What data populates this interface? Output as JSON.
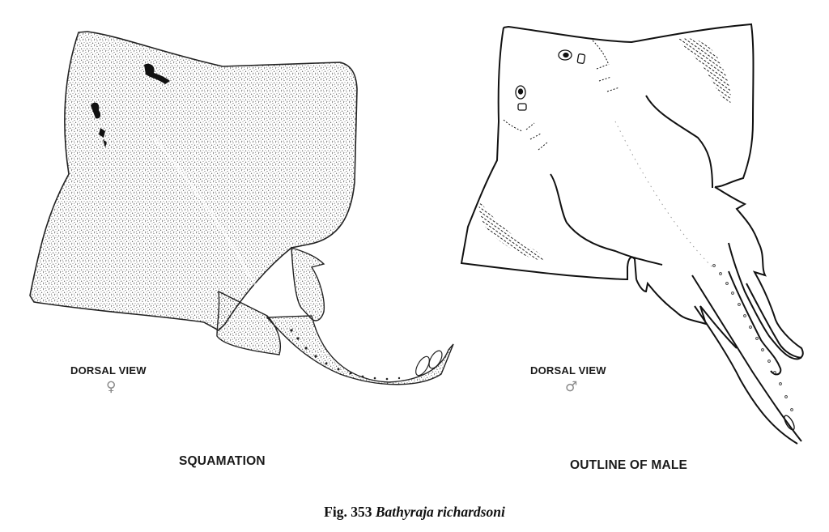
{
  "figure": {
    "number_label": "Fig. 353",
    "species_name": "Bathyraja richardsoni",
    "panels": [
      {
        "id": "left",
        "view_label": "DORSAL VIEW",
        "sex_symbol": "♀",
        "sex": "female",
        "title": "SQUAMATION",
        "illustration": "stippled skate drawing showing dermal denticle coverage"
      },
      {
        "id": "right",
        "view_label": "DORSAL VIEW",
        "sex_symbol": "♂",
        "sex": "male",
        "title": "OUTLINE OF MALE",
        "illustration": "line drawing outline of male skate with claspers and alar thorn patches"
      }
    ]
  },
  "colors": {
    "background": "#ffffff",
    "ink": "#1a1a1a",
    "symbol_grey": "#8a8a8a"
  }
}
